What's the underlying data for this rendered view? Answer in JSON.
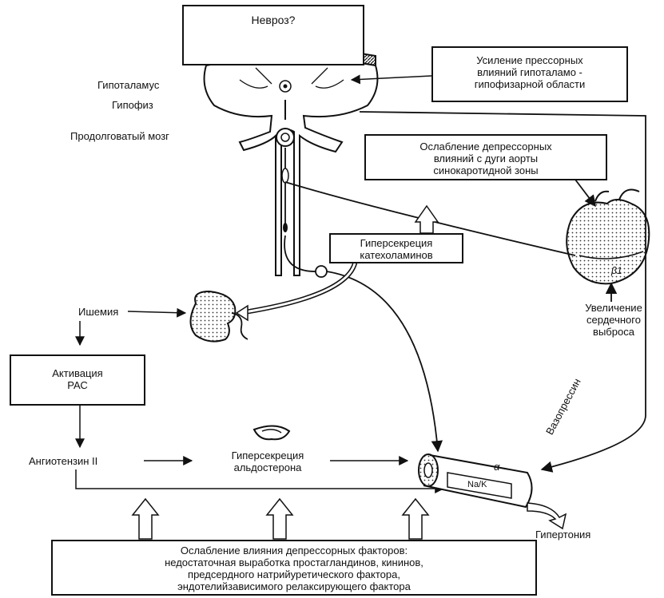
{
  "neurosis": "Невроз?",
  "hypothalamus": "Гипоталамус",
  "hypophysis": "Гипофиз",
  "medulla": "Продолговатый мозг",
  "pressor_box": [
    "Усиление прессорных",
    "влияний гипоталамо -",
    "гипофизарной области"
  ],
  "depressor_box": [
    "Ослабление депрессорных",
    "влияний с дуги аорты",
    "синокаротидной зоны"
  ],
  "catechol_box": [
    "Гиперсекреция",
    "катехоламинов"
  ],
  "cardiac_output": [
    "Увеличение",
    "сердечного",
    "выброса"
  ],
  "beta_label": "β1",
  "ischemia": "Ишемия",
  "ras_box": [
    "Активация",
    "РАС"
  ],
  "angiotensin": "Ангиотензин II",
  "aldosterone": [
    "Гиперсекреция",
    "альдостерона"
  ],
  "vasopressin": "Вазопрессин",
  "alpha_label": "α",
  "nak_label": "Na/K",
  "hypertension": "Гипертония",
  "bottom_box": [
    "Ослабление влияния депрессорных факторов:",
    "недостаточная выработка простагландинов, кининов,",
    "предсердного натрийуретического фактора,",
    "эндотелийзависимого релаксирующего фактора"
  ]
}
